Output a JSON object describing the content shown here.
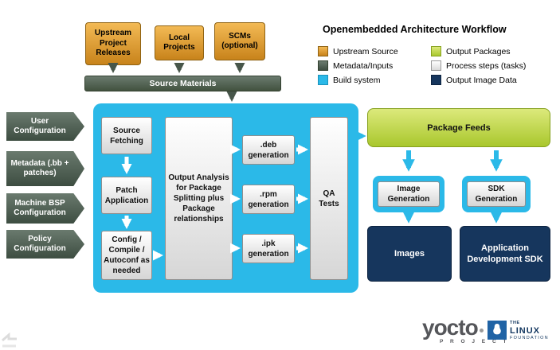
{
  "legend": {
    "title": "Openembedded Architecture Workflow",
    "items": [
      {
        "label": "Upstream Source"
      },
      {
        "label": "Metadata/Inputs"
      },
      {
        "label": "Build system"
      },
      {
        "label": "Output Packages"
      },
      {
        "label": "Process steps (tasks)"
      },
      {
        "label": "Output Image Data"
      }
    ]
  },
  "upstream_sources": {
    "upstream_project_releases": "Upstream Project Releases",
    "local_projects": "Local Projects",
    "scms": "SCMs (optional)",
    "source_materials": "Source Materials"
  },
  "config_inputs": {
    "user_configuration": "User Configuration",
    "metadata": "Metadata (.bb + patches)",
    "machine_bsp": "Machine BSP Configuration",
    "policy": "Policy Configuration"
  },
  "build_system": {
    "source_fetching": "Source Fetching",
    "patch_application": "Patch Application",
    "config_compile": "Config / Compile / Autoconf as needed",
    "output_analysis": "Output Analysis for Package Splitting plus Package relationships",
    "deb_generation": ".deb generation",
    "rpm_generation": ".rpm generation",
    "ipk_generation": ".ipk generation",
    "qa_tests": "QA Tests"
  },
  "outputs": {
    "package_feeds": "Package Feeds",
    "image_generation": "Image Generation",
    "sdk_generation": "SDK Generation",
    "images": "Images",
    "application_development_sdk": "Application Development SDK"
  },
  "branding": {
    "yocto": "yocto",
    "yocto_sub": "P R O J E C T",
    "linux_the": "THE",
    "linux_name": "LINUX",
    "linux_foundation": "FOUNDATION"
  },
  "colors": {
    "upstream_source": "#D99021",
    "metadata_inputs": "#4C5C50",
    "build_system": "#2BB9E8",
    "output_packages": "#BCD735",
    "process_steps": "#EFEFEF",
    "output_image_data": "#16365D"
  }
}
